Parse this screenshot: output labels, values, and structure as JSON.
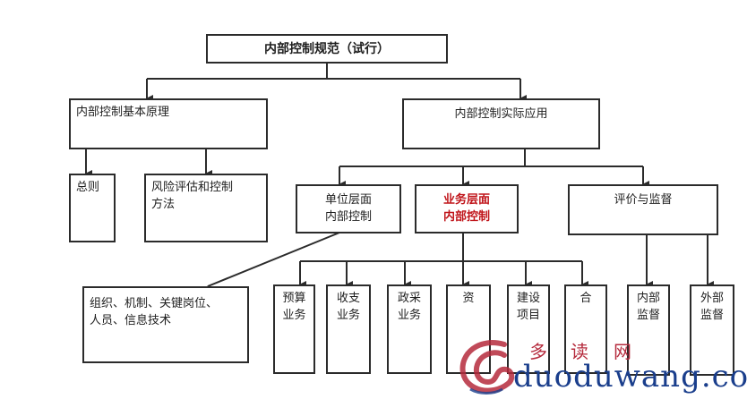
{
  "root": {
    "label": "内部控制规范（试行）"
  },
  "principles": {
    "label": "内部控制基本原理",
    "children": [
      {
        "label": "总则"
      },
      {
        "label_line1": "风险评估和控制",
        "label_line2": "方法"
      }
    ]
  },
  "application": {
    "label": "内部控制实际应用",
    "unit_level": {
      "line1": "单位层面",
      "line2": "内部控制"
    },
    "business_level": {
      "line1": "业务层面",
      "line2": "内部控制"
    },
    "evaluation": {
      "label": "评价与监督"
    }
  },
  "unit_detail": {
    "line1": "组织、机制、关键岗位、",
    "line2": "人员、信息技术"
  },
  "business_items": [
    {
      "line1": "预算",
      "line2": "业务"
    },
    {
      "line1": "收支",
      "line2": "业务"
    },
    {
      "line1": "政采",
      "line2": "业务"
    },
    {
      "line1": "资",
      "line2": ""
    },
    {
      "line1": "建设",
      "line2": "项目"
    },
    {
      "line1": "合",
      "line2": ""
    }
  ],
  "evaluation_items": [
    {
      "line1": "内部",
      "line2": "监督"
    },
    {
      "line1": "外部",
      "line2": "监督"
    }
  ],
  "watermark": {
    "chars": [
      "多",
      "读",
      "网"
    ],
    "domain": "duoduwang.com"
  },
  "colors": {
    "line": "#2b2b2b",
    "highlight": "#c0141a"
  }
}
